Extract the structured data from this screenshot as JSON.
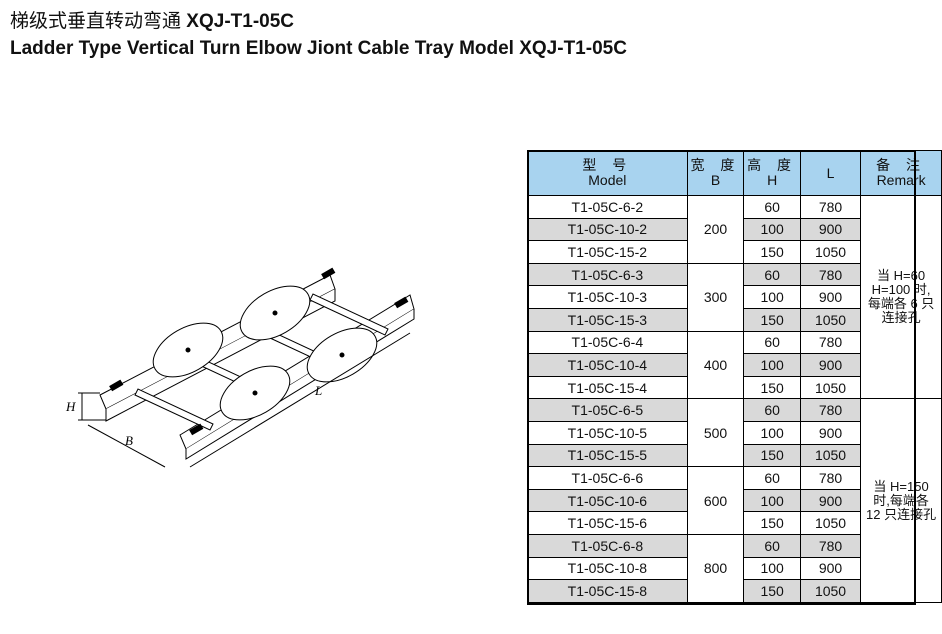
{
  "header": {
    "title_cn": "梯级式垂直转动弯通",
    "title_cn_model": "XQJ-T1-05C",
    "title_en": "Ladder Type Vertical Turn Elbow Jiont Cable Tray Model XQJ-T1-05C"
  },
  "drawing": {
    "label_h": "H",
    "label_b": "B",
    "label_l": "L"
  },
  "table": {
    "headers": {
      "model_cn": "型 号",
      "model_en": "Model",
      "b_cn": "宽 度",
      "b_en": "B",
      "h_cn": "高 度",
      "h_en": "H",
      "l": "L",
      "remark_cn": "备 注",
      "remark_en": "Remark"
    },
    "groups": [
      {
        "b": "200",
        "rows": [
          {
            "model": "T1-05C-6-2",
            "h": "60",
            "l": "780"
          },
          {
            "model": "T1-05C-10-2",
            "h": "100",
            "l": "900"
          },
          {
            "model": "T1-05C-15-2",
            "h": "150",
            "l": "1050"
          }
        ]
      },
      {
        "b": "300",
        "rows": [
          {
            "model": "T1-05C-6-3",
            "h": "60",
            "l": "780"
          },
          {
            "model": "T1-05C-10-3",
            "h": "100",
            "l": "900"
          },
          {
            "model": "T1-05C-15-3",
            "h": "150",
            "l": "1050"
          }
        ]
      },
      {
        "b": "400",
        "rows": [
          {
            "model": "T1-05C-6-4",
            "h": "60",
            "l": "780"
          },
          {
            "model": "T1-05C-10-4",
            "h": "100",
            "l": "900"
          },
          {
            "model": "T1-05C-15-4",
            "h": "150",
            "l": "1050"
          }
        ]
      },
      {
        "b": "500",
        "rows": [
          {
            "model": "T1-05C-6-5",
            "h": "60",
            "l": "780"
          },
          {
            "model": "T1-05C-10-5",
            "h": "100",
            "l": "900"
          },
          {
            "model": "T1-05C-15-5",
            "h": "150",
            "l": "1050"
          }
        ]
      },
      {
        "b": "600",
        "rows": [
          {
            "model": "T1-05C-6-6",
            "h": "60",
            "l": "780"
          },
          {
            "model": "T1-05C-10-6",
            "h": "100",
            "l": "900"
          },
          {
            "model": "T1-05C-15-6",
            "h": "150",
            "l": "1050"
          }
        ]
      },
      {
        "b": "800",
        "rows": [
          {
            "model": "T1-05C-6-8",
            "h": "60",
            "l": "780"
          },
          {
            "model": "T1-05C-10-8",
            "h": "100",
            "l": "900"
          },
          {
            "model": "T1-05C-15-8",
            "h": "150",
            "l": "1050"
          }
        ]
      }
    ],
    "remark_1": [
      "当 H=60",
      "H=100 时,",
      "每端各 6 只",
      "连接孔"
    ],
    "remark_2": [
      "当 H=150",
      "时,每端各",
      "12 只连接孔"
    ]
  },
  "colors": {
    "header_bg": "#a8d3ef",
    "alt_row_bg": "#d9d9d9"
  }
}
